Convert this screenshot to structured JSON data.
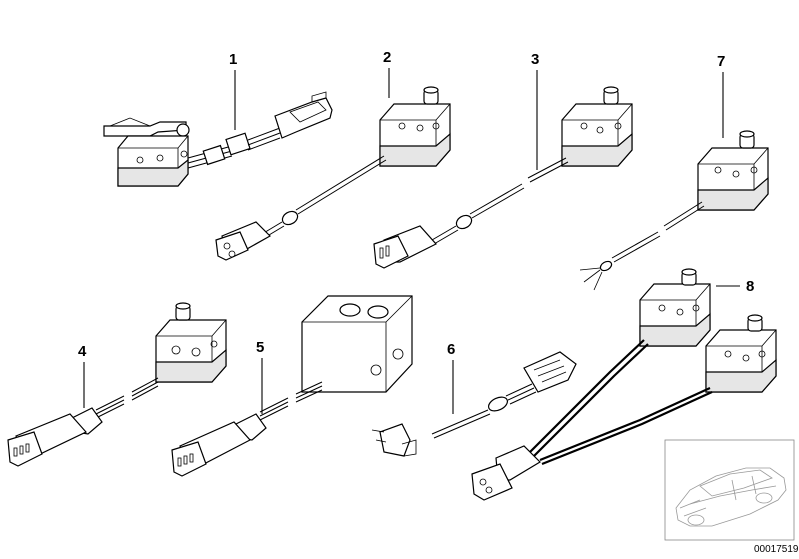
{
  "callouts": [
    {
      "id": "1",
      "text": "1"
    },
    {
      "id": "2",
      "text": "2"
    },
    {
      "id": "3",
      "text": "3"
    },
    {
      "id": "7",
      "text": "7"
    },
    {
      "id": "8",
      "text": "8"
    },
    {
      "id": "4",
      "text": "4"
    },
    {
      "id": "5",
      "text": "5"
    },
    {
      "id": "6",
      "text": "6"
    }
  ],
  "reference_number": "00017519",
  "colors": {
    "line": "#000000",
    "background": "#ffffff",
    "shade": "#e6e6e6"
  }
}
